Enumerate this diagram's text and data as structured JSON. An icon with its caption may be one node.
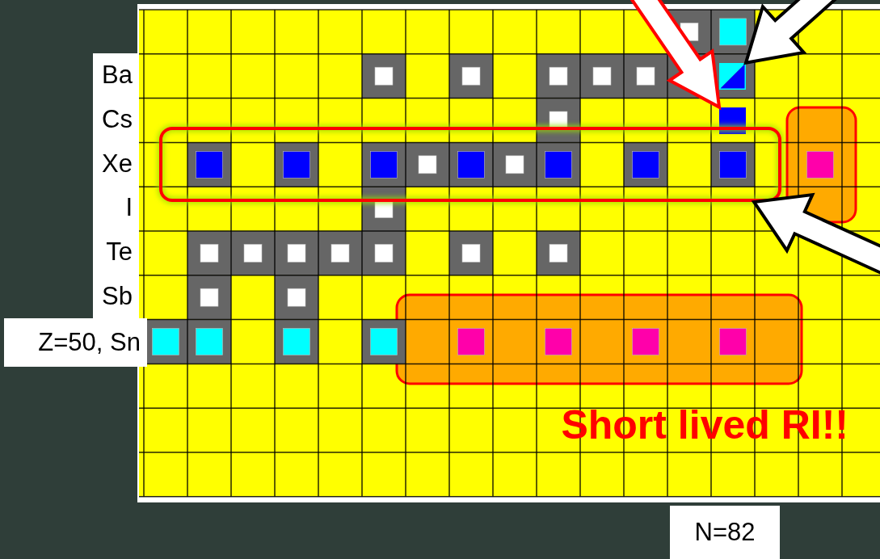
{
  "diagram": {
    "nodes": [
      {
        "text": [],
        "shape": "box"
      },
      {
        "text": [],
        "shape": "box"
      },
      {
        "text": [],
        "shape": "box"
      }
    ],
    "edges": [
      {
        "from": null,
        "to": 1,
        "arrow": "to",
        "color": "#ff0000"
      },
      {
        "from": null,
        "to": 0,
        "arrow": "to"
      },
      {
        "from": null,
        "to": 2,
        "arrow": "to"
      }
    ],
    "labels": [
      "Ba",
      "Cs",
      "Xe",
      "I",
      "Te",
      "Sb",
      "Z=50, Sn",
      "Short lived RI!!",
      "N=82"
    ]
  }
}
